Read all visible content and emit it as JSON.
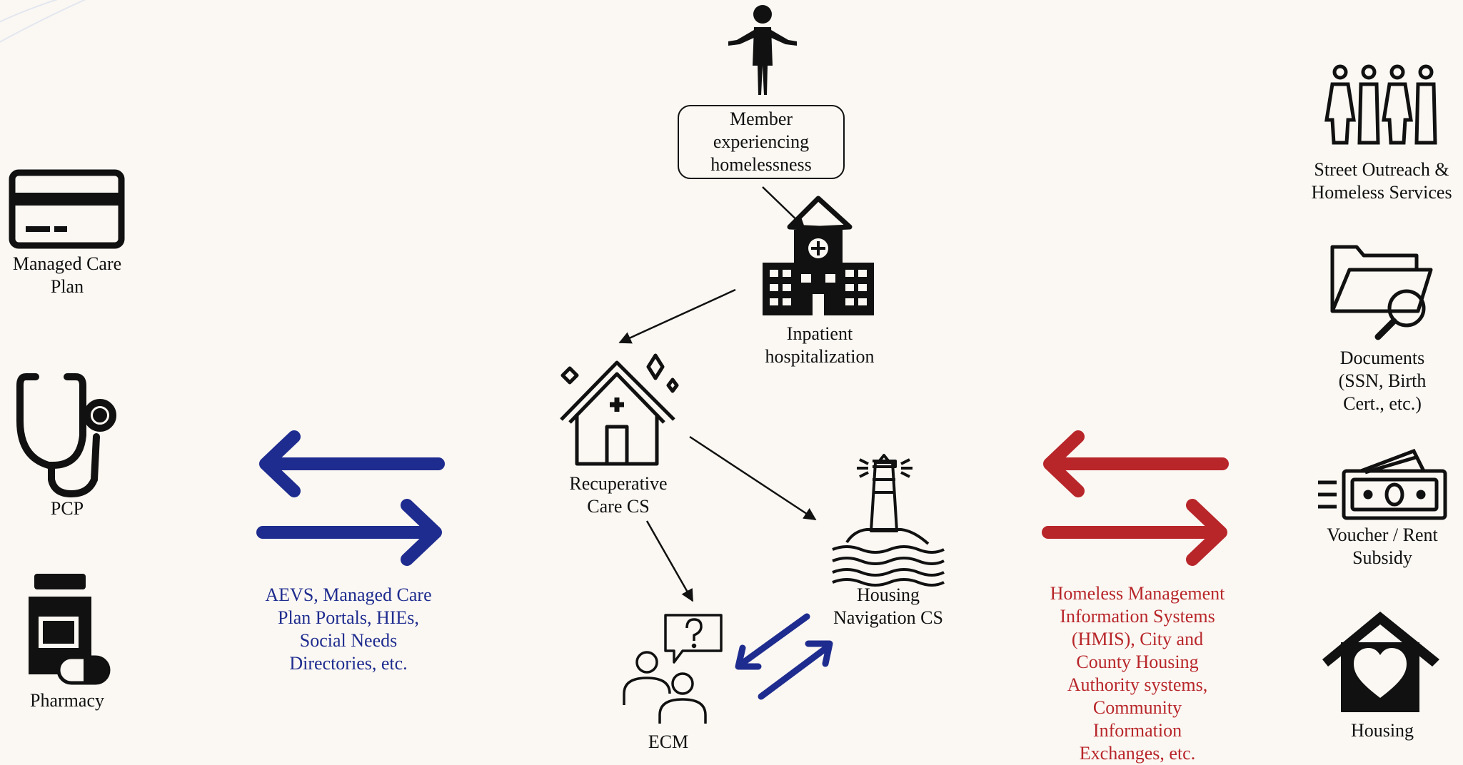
{
  "colors": {
    "background": "#fbf8f3",
    "ink": "#111111",
    "blue_exchange": "#1f2c8f",
    "red_exchange": "#b8262a"
  },
  "left_resources": [
    {
      "icon": "credit-card-icon",
      "label": [
        "Managed Care",
        "Plan"
      ]
    },
    {
      "icon": "stethoscope-icon",
      "label": [
        "PCP"
      ]
    },
    {
      "icon": "pill-bottle-icon",
      "label": [
        "Pharmacy"
      ]
    }
  ],
  "right_resources": [
    {
      "icon": "people-group-icon",
      "label": [
        "Street Outreach &",
        "Homeless Services"
      ]
    },
    {
      "icon": "folder-search-icon",
      "label": [
        "Documents",
        "(SSN, Birth",
        "Cert., etc.)"
      ]
    },
    {
      "icon": "money-icon",
      "label": [
        "Voucher / Rent",
        "Subsidy"
      ]
    },
    {
      "icon": "house-heart-icon",
      "label": [
        "Housing"
      ]
    }
  ],
  "left_exchange": {
    "arrow_icon": "bidirectional-arrows-icon",
    "label": [
      "AEVS, Managed Care",
      "Plan Portals, HIEs,",
      "Social Needs",
      "Directories, etc."
    ]
  },
  "right_exchange": {
    "arrow_icon": "bidirectional-arrows-icon",
    "label": [
      "Homeless Management",
      "Information Systems",
      "(HMIS), City and",
      "County Housing",
      "Authority systems,",
      "Community",
      "Information",
      "Exchanges, etc."
    ]
  },
  "flow": {
    "member": {
      "icon": "person-icon",
      "label": [
        "Member",
        "experiencing",
        "homelessness"
      ]
    },
    "hospital": {
      "icon": "hospital-icon",
      "label": [
        "Inpatient",
        "hospitalization"
      ]
    },
    "recuperative": {
      "icon": "clean-house-icon",
      "label": [
        "Recuperative",
        "Care CS"
      ]
    },
    "navigation": {
      "icon": "lighthouse-icon",
      "label": [
        "Housing",
        "Navigation CS"
      ]
    },
    "ecm": {
      "icon": "people-question-icon",
      "label": [
        "ECM"
      ]
    }
  }
}
